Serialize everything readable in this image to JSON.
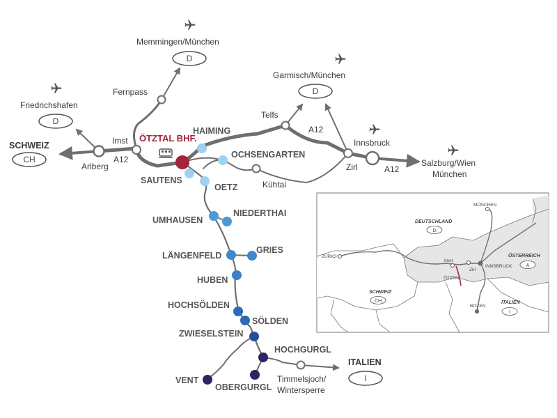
{
  "colors": {
    "road": "#6f6f6f",
    "valley": "#777777",
    "main_station": "#a3243b",
    "stop_light": "#9fd1f1",
    "stop_mid": "#4a9ad9",
    "stop_dark": "#2b6bb5",
    "stop_navy": "#2a2565",
    "inset_land": "#e6e6e6"
  },
  "main_station": {
    "label": "ÖTZTAL BHF.",
    "icon": "train-icon"
  },
  "places": {
    "haiming": "HAIMING",
    "ochsengarten": "OCHSENGARTEN",
    "sautens": "SAUTENS",
    "oetz": "OETZ",
    "umhausen": "UMHAUSEN",
    "niederthai": "NIEDERTHAI",
    "laengenfeld": "LÄNGENFELD",
    "gries": "GRIES",
    "huben": "HUBEN",
    "hochsoelden": "HOCHSÖLDEN",
    "soelden": "SÖLDEN",
    "zwieselstein": "ZWIESELSTEIN",
    "hochgurgl": "HOCHGURGL",
    "vent": "VENT",
    "obergurgl": "OBERGURGL",
    "kuehtai": "Kühtai",
    "imst": "Imst",
    "arlberg": "Arlberg",
    "fernpass": "Fernpass",
    "telfs": "Telfs",
    "zirl": "Zirl",
    "innsbruck": "Innsbruck",
    "timmelsjoch_1": "Timmelsjoch/",
    "timmelsjoch_2": "Wintersperre"
  },
  "roads": {
    "a12_label": "A12"
  },
  "destinations": {
    "schweiz": {
      "name": "SCHWEIZ",
      "code": "CH"
    },
    "italien": {
      "name": "ITALIEN",
      "code": "I"
    },
    "friedrichshafen": {
      "name": "Friedrichshafen",
      "code": "D"
    },
    "memmingen": {
      "name": "Memmingen/München",
      "code": "D"
    },
    "garmisch": {
      "name": "Garmisch/München",
      "code": "D"
    },
    "salzburg_1": "Salzburg/Wien",
    "salzburg_2": "München"
  },
  "inset": {
    "muenchen": "MÜNCHEN",
    "deutschland": "DEUTSCHLAND",
    "deutschland_code": "D",
    "zuerich": "ZÜRICH",
    "imst": "Imst",
    "zirl": "Zirl",
    "innsbruck": "INNSBRUCK",
    "oesterreich": "ÖSTERREICH",
    "oesterreich_code": "A",
    "oetztal": "ÖTZTAL",
    "schweiz": "SCHWEIZ",
    "schweiz_code": "CH",
    "bozen": "BOZEN",
    "italien": "ITALIEN",
    "italien_code": "I"
  }
}
